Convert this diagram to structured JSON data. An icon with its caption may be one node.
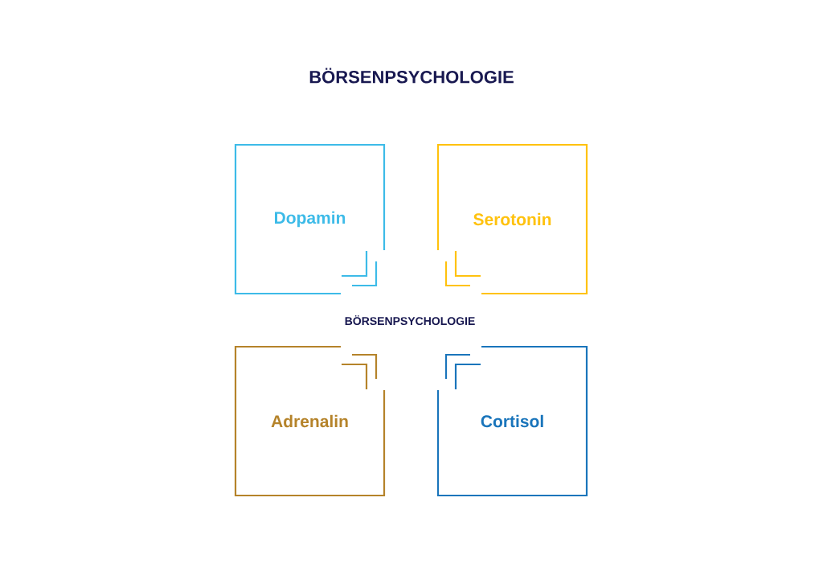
{
  "diagram": {
    "title": "BÖRSENPSYCHOLOGIE",
    "nodes": [
      {
        "text": [
          "Dopamin"
        ]
      },
      {
        "text": [
          "Serotonin"
        ]
      },
      {
        "text": [
          "Adrenalin"
        ]
      },
      {
        "text": [
          "Cortisol"
        ]
      }
    ],
    "labels": [
      "BÖRSENPSYCHOLOGIE"
    ]
  }
}
